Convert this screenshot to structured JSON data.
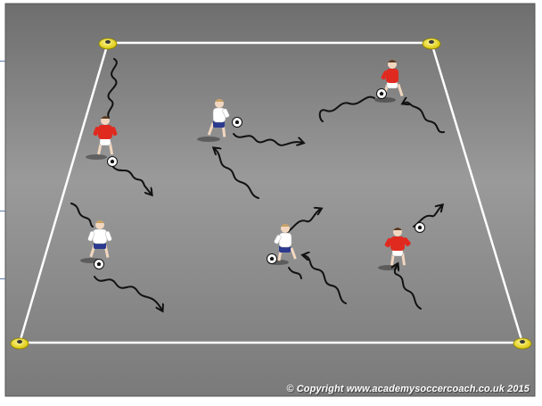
{
  "copyright": "© Copyright www.academysoccercoach.co.uk 2015",
  "pitch": {
    "surface_colors": [
      "#6e6e6e",
      "#9a9a9a",
      "#7a7a7a"
    ],
    "line_color": "#ffffff"
  },
  "cones": {
    "color": "#f0e020",
    "count": 4
  },
  "teams": {
    "red": {
      "shirt": "#e02a20",
      "shorts": "#ffffff",
      "count": 3
    },
    "white": {
      "shirt": "#ffffff",
      "shorts": "#2b3a8f",
      "count": 3
    }
  },
  "dribble_paths": {
    "color": "#111111",
    "style": "wavy-line-with-arrow"
  },
  "ball_icon": "soccer-ball-icon"
}
